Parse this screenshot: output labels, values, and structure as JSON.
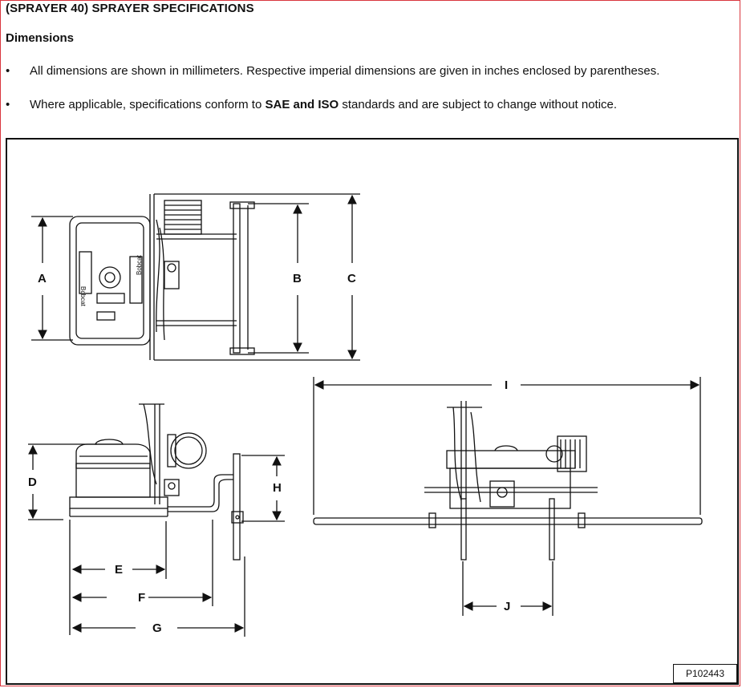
{
  "header": {
    "title": "(SPRAYER 40) SPRAYER SPECIFICATIONS",
    "section": "Dimensions"
  },
  "bullets": [
    {
      "mark": "•",
      "text": "All dimensions are shown in millimeters. Respective imperial dimensions are given in inches enclosed by parentheses."
    },
    {
      "mark": "•",
      "pre": "Where applicable, specifications conform to ",
      "strong": "SAE and ISO",
      "post": " standards and are subject to change without notice."
    }
  ],
  "figure": {
    "reference": "P102443",
    "logo_text": "Bobcat",
    "labels": {
      "A": "A",
      "B": "B",
      "C": "C",
      "D": "D",
      "E": "E",
      "F": "F",
      "G": "G",
      "H": "H",
      "I": "I",
      "J": "J"
    }
  }
}
